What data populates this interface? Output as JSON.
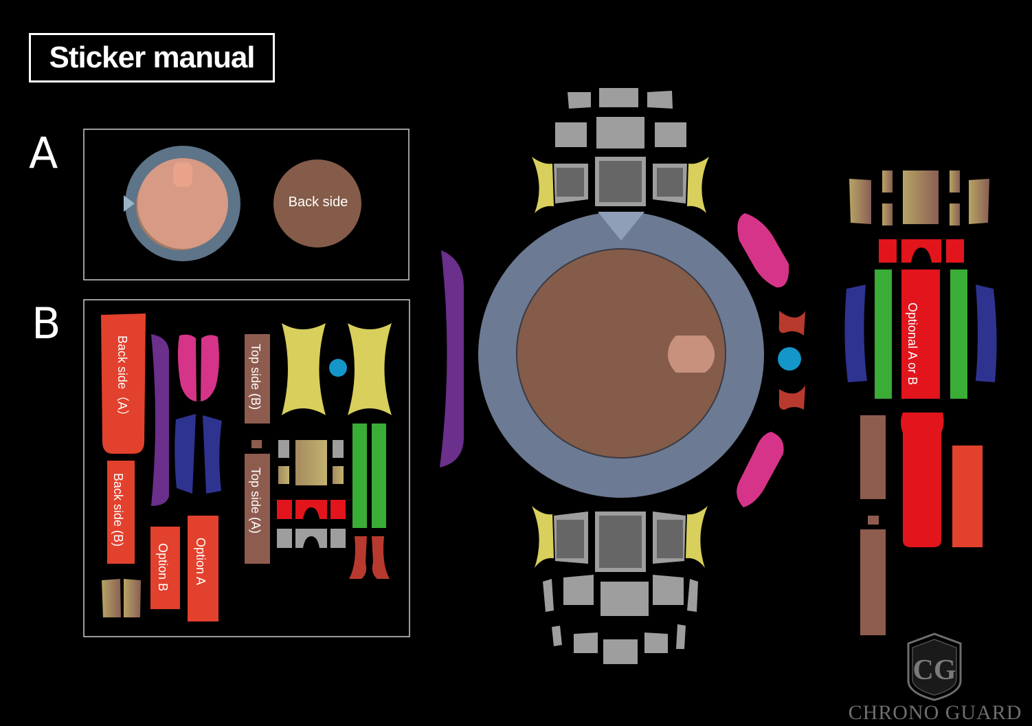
{
  "title": "Sticker manual",
  "sections": {
    "a": {
      "letter": "A",
      "back_label": "Back side"
    },
    "b": {
      "letter": "B",
      "back_a": "Back side（A）",
      "back_b": "Back side (B)",
      "option_a": "Option A",
      "option_b": "Option B",
      "top_b": "Top side (B)",
      "top_a": "Top side (A)"
    }
  },
  "side_label": "Optional A or B",
  "brand": {
    "monogram": "CG",
    "name": "CHRONO GUARD"
  },
  "colors": {
    "case": "#6c7a93",
    "dial": "#845c49",
    "red": "#e2412d",
    "magenta": "#d63488",
    "purple": "#6b2f8c",
    "navy": "#2f3390",
    "green": "#3aad36",
    "yellow": "#d8cf5c",
    "cyan": "#1596c8",
    "brown": "#8e5c4f",
    "gray": "#9e9e9e"
  }
}
